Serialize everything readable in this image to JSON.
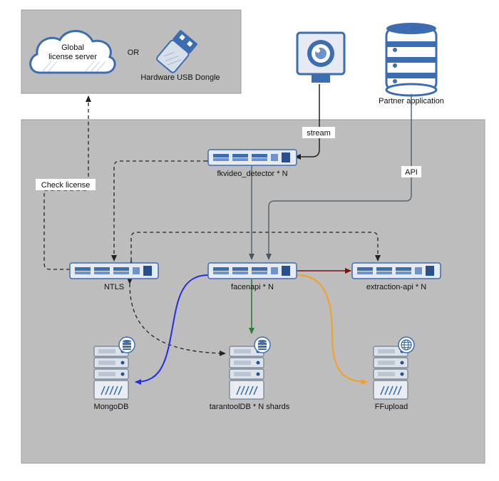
{
  "license": {
    "cloud_label_line1": "Global",
    "cloud_label_line2": "license server",
    "or_label": "OR",
    "dongle_label": "Hardware USB Dongle"
  },
  "camera": {
    "label": ""
  },
  "partner": {
    "label": "Partner application"
  },
  "nodes": {
    "fkvideo_detector": "fkvideo_detector * N",
    "ntls": "NTLS",
    "facenapi": "facenapi * N",
    "extraction_api": "extraction-api * N",
    "mongodb": "MongoDB",
    "tarantooldb": "tarantoolDB * N shards",
    "ffupload": "FFupload"
  },
  "edge_labels": {
    "stream": "stream",
    "api": "API",
    "check_license": "Check license"
  },
  "colors": {
    "panel_bg": "#bdbdbd",
    "box_bg": "#dde4ee",
    "box_stroke": "#3c6db2",
    "arrow_gray": "#5b6770",
    "arrow_dark": "#333333",
    "arrow_blue": "#1f2fe6",
    "arrow_green": "#2e7d32",
    "arrow_orange": "#f5a020",
    "arrow_maroon": "#7a1010"
  }
}
